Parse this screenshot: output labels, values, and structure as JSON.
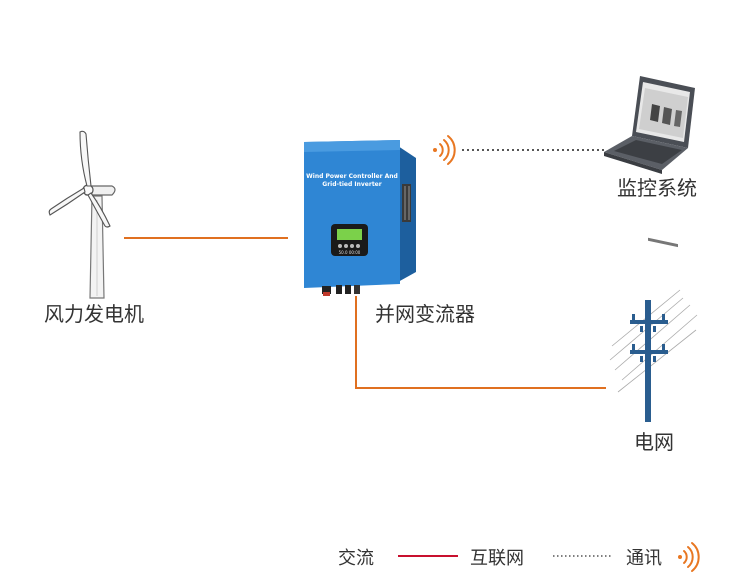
{
  "nodes": {
    "wind_turbine": {
      "label": "风力发电机"
    },
    "inverter": {
      "label": "并网变流器",
      "front_text_line1": "Wind Power Controller And",
      "front_text_line2": "Grid-tied Inverter",
      "display_text": "50.0 00:00"
    },
    "monitoring": {
      "label": "监控系统"
    },
    "grid": {
      "label": "电网"
    }
  },
  "legend": {
    "ac": "交流",
    "internet": "互联网",
    "comm": "通讯"
  },
  "colors": {
    "ac_line": "#e07020",
    "legend_ac_line": "#c8102e",
    "comm_dots": "#555555",
    "wifi": "#e87722",
    "inverter_body": "#2f86d4",
    "grid_pole": "#2a5d8f",
    "laptop_body": "#5b5f66",
    "text": "#333333"
  }
}
